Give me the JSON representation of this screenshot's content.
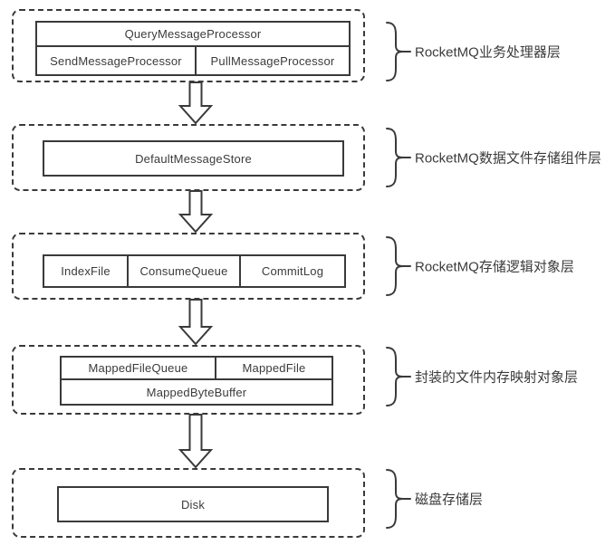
{
  "diagram": {
    "layers": [
      {
        "label": "RocketMQ业务处理器层",
        "rows": [
          [
            "QueryMessageProcessor"
          ],
          [
            "SendMessageProcessor",
            "PullMessageProcessor"
          ]
        ]
      },
      {
        "label": "RocketMQ数据文件存储组件层",
        "rows": [
          [
            "DefaultMessageStore"
          ]
        ]
      },
      {
        "label": "RocketMQ存储逻辑对象层",
        "rows": [
          [
            "IndexFile",
            "ConsumeQueue",
            "CommitLog"
          ]
        ]
      },
      {
        "label": "封装的文件内存映射对象层",
        "rows": [
          [
            "MappedFileQueue",
            "MappedFile"
          ],
          [
            "MappedByteBuffer"
          ]
        ]
      },
      {
        "label": "磁盘存储层",
        "rows": [
          [
            "Disk"
          ]
        ]
      }
    ],
    "arrow_icon": "hollow-down-arrow",
    "brace_icon": "right-curly-brace",
    "colors": {
      "stroke": "#3a3a3a",
      "text": "#3b3b3b",
      "background": "#ffffff"
    }
  }
}
